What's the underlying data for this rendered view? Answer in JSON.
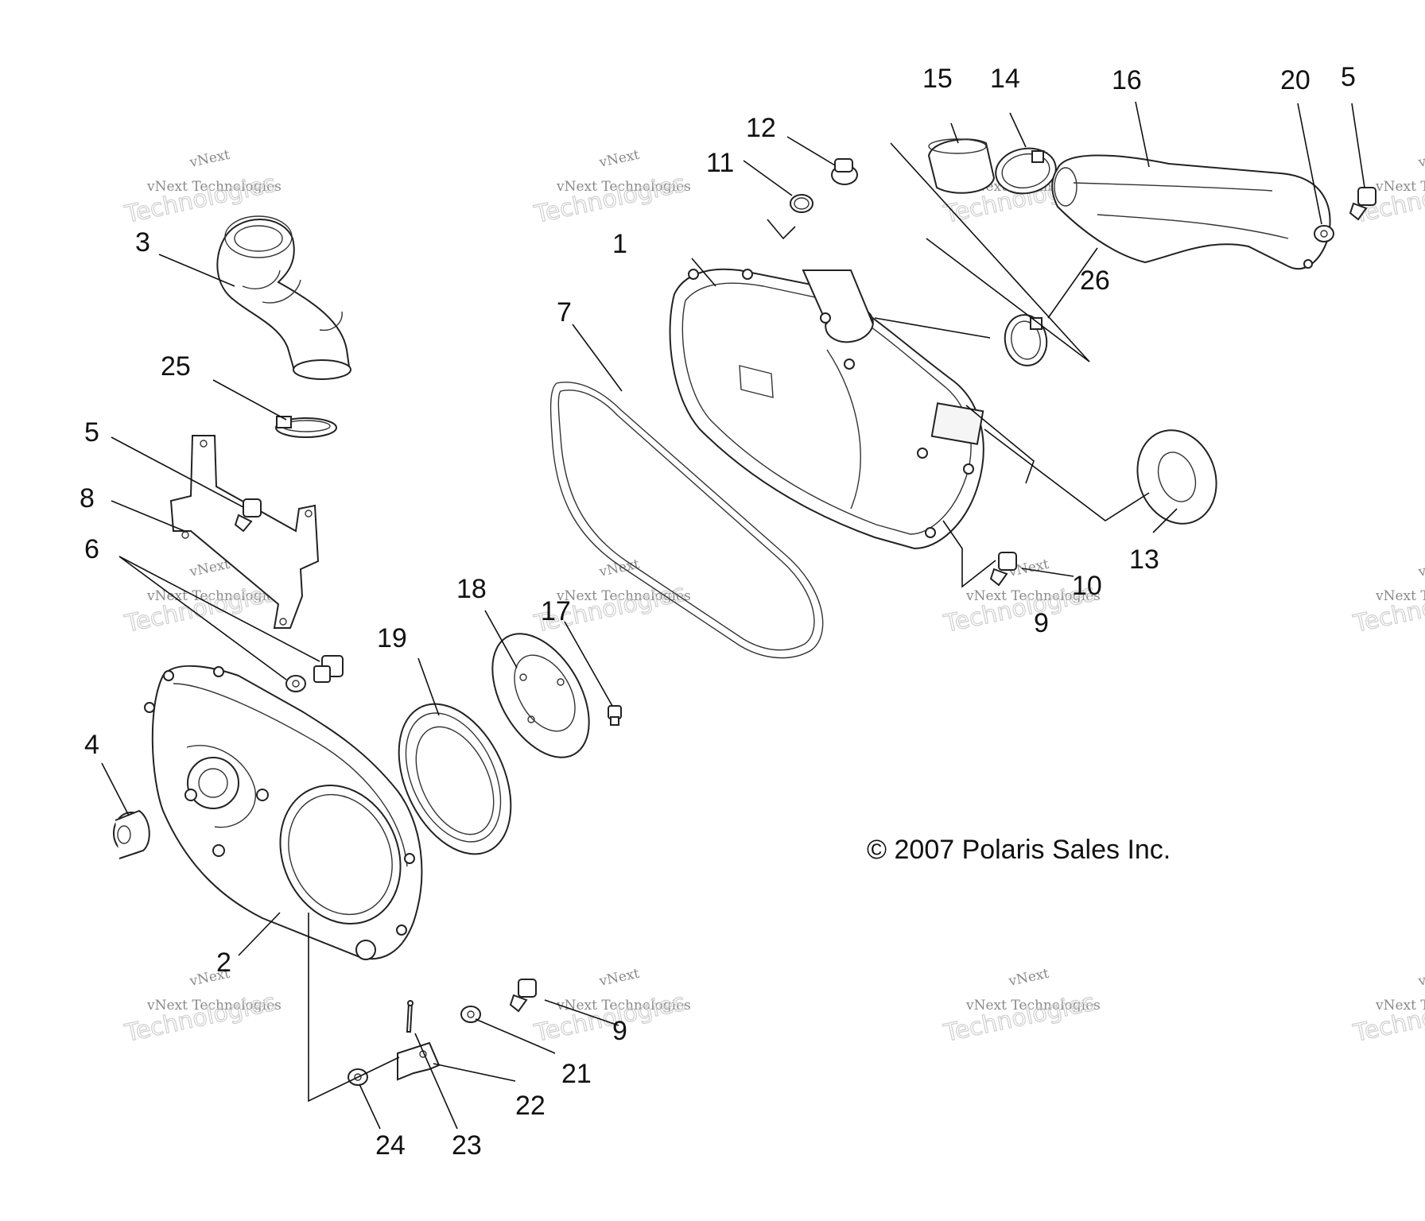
{
  "copyright": "© 2007 Polaris Sales Inc.",
  "watermark": {
    "small": "vNext Technologies",
    "tiny": "vNext",
    "big": "Technologies"
  },
  "callouts": {
    "c1": "1",
    "c2": "2",
    "c3": "3",
    "c4": "4",
    "c5a": "5",
    "c5b": "5",
    "c6": "6",
    "c7": "7",
    "c8": "8",
    "c9a": "9",
    "c9b": "9",
    "c10": "10",
    "c11": "11",
    "c12": "12",
    "c13": "13",
    "c14": "14",
    "c15": "15",
    "c16": "16",
    "c17": "17",
    "c18": "18",
    "c19": "19",
    "c20": "20",
    "c21": "21",
    "c22": "22",
    "c23": "23",
    "c24": "24",
    "c25": "25",
    "c26": "26"
  }
}
